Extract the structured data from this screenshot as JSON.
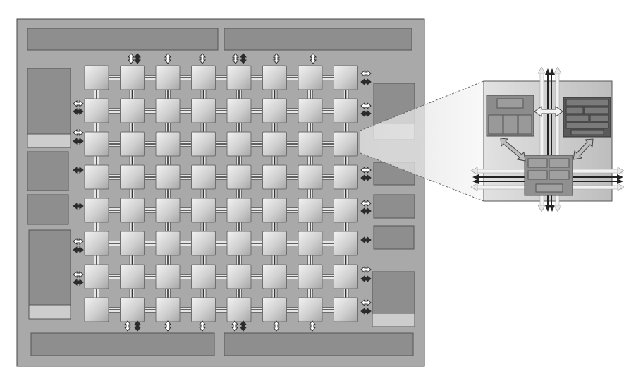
{
  "colors": {
    "background": "#ffffff",
    "chip": "#a9a9a9",
    "block": "#8e8e8e",
    "block_light": "#c8c8c8",
    "tile": "#c6c6c6",
    "tile_stroke": "#7a7a7a",
    "link_light": "#e6e6e6",
    "link_dark": "#333333",
    "arrow_dark": "#2b2b2b",
    "arrow_light": "#ffffff",
    "zoom_panel": "#c4c4c4",
    "stroke": "#5c5c5c"
  },
  "mesh": {
    "rows": 8,
    "cols": 8
  },
  "icons": {
    "chip": "chip-die",
    "tile": "processor-tile",
    "link": "bidirectional-link",
    "io": "io-arrow",
    "zoom": "zoom-callout",
    "router": "router-icon",
    "core": "core-block",
    "memory": "memory-block"
  }
}
